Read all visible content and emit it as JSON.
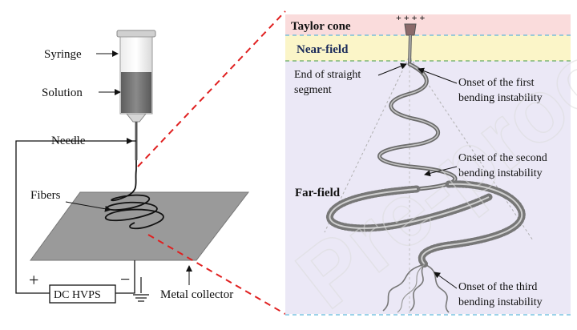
{
  "left": {
    "labels": {
      "syringe": "Syringe",
      "solution": "Solution",
      "needle": "Needle",
      "fibers": "Fibers",
      "plus": "+",
      "minus": "−",
      "power": "DC HVPS",
      "collector": "Metal collector"
    }
  },
  "right": {
    "zones": {
      "taylor": "Taylor cone",
      "near": "Near-field",
      "far": "Far-field"
    },
    "charges": "+ + + +",
    "annotations": {
      "end_straight_1": "End of straight",
      "end_straight_2": "segment",
      "first_1": "Onset of the first",
      "first_2": "bending instability",
      "second_1": "Onset of the second",
      "second_2": "bending instability",
      "third_1": "Onset of the third",
      "third_2": "bending instability"
    }
  },
  "watermark": "Pre-proof",
  "colors": {
    "taylor_band": "#fadcdc",
    "near_band": "#fbf5c8",
    "far_band": "#ebe8f6",
    "dash_red": "#e02020",
    "dash_cyan": "#5fb6dc",
    "plate": "#9a9a9a",
    "solution": "#7a7a7a"
  }
}
